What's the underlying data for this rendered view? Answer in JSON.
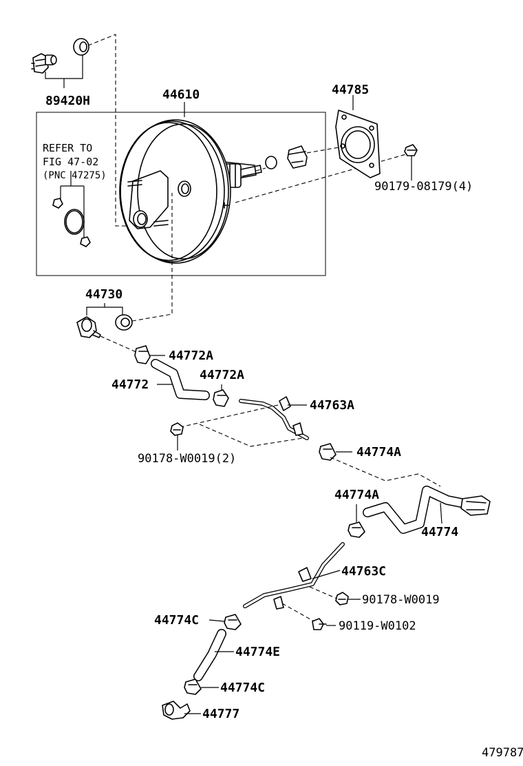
{
  "diagram_id": "479787",
  "callouts": {
    "p89420H": "89420H",
    "p44610": "44610",
    "p44785": "44785",
    "p90179_08179": "90179-08179(4)",
    "p44730": "44730",
    "p44772A_1": "44772A",
    "p44772": "44772",
    "p44772A_2": "44772A",
    "p44763A": "44763A",
    "p90178_W0019_2": "90178-W0019(2)",
    "p44774A_1": "44774A",
    "p44774A_2": "44774A",
    "p44774": "44774",
    "p44763C": "44763C",
    "p90178_W0019": "90178-W0019",
    "p44774C_1": "44774C",
    "p90119_W0102": "90119-W0102",
    "p44774E": "44774E",
    "p44774C_2": "44774C",
    "p44777": "44777"
  },
  "refer_note": {
    "line1": "REFER TO",
    "line2": "FIG 47-02",
    "line3": "(PNC 47275)"
  }
}
